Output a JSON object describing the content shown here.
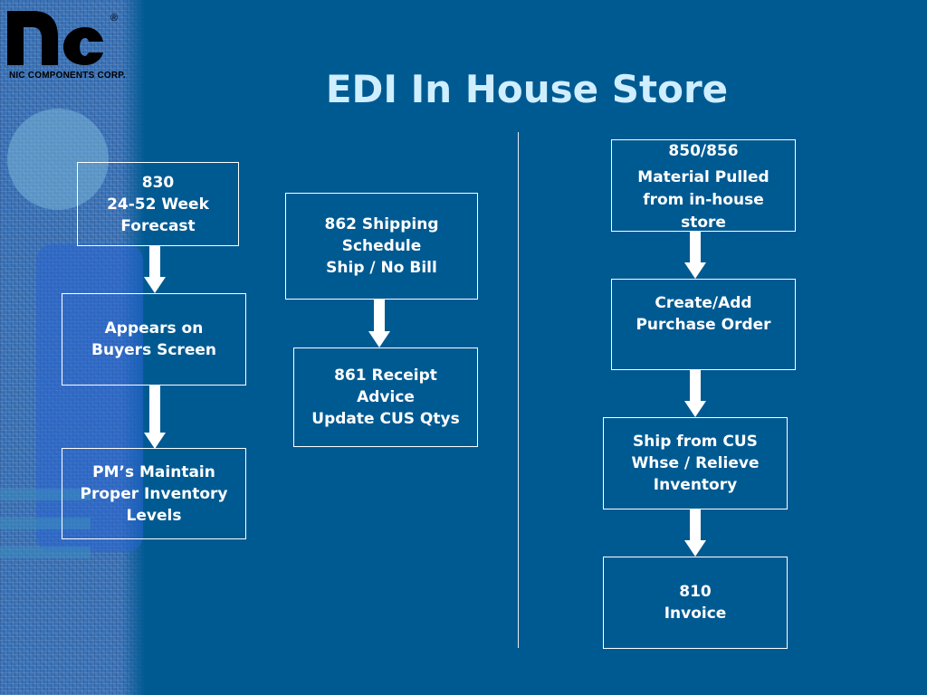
{
  "logo": {
    "mark": "Nc",
    "tagline": "NIC COMPONENTS CORP.",
    "registered": "®"
  },
  "title": "EDI In House Store",
  "colors": {
    "background": "#005a92",
    "title": "#cfeeff",
    "box_border": "#ffffff",
    "arrow": "#ffffff"
  },
  "columns": {
    "left": [
      {
        "lines": [
          "830",
          "24-52 Week",
          "Forecast"
        ]
      },
      {
        "lines": [
          "Appears on",
          "Buyers Screen"
        ]
      },
      {
        "lines": [
          "PM’s Maintain",
          "Proper Inventory",
          "Levels"
        ]
      }
    ],
    "middle": [
      {
        "lines": [
          "862 Shipping",
          "Schedule",
          "Ship / No Bill"
        ]
      },
      {
        "lines": [
          "861 Receipt",
          "Advice",
          "Update CUS Qtys"
        ]
      }
    ],
    "right": [
      {
        "lines": [
          "850/856",
          "Material Pulled",
          "from in-house",
          "store"
        ]
      },
      {
        "lines": [
          "Create/Add",
          "Purchase Order"
        ]
      },
      {
        "lines": [
          "Ship from CUS",
          "Whse / Relieve",
          "Inventory"
        ]
      },
      {
        "lines": [
          "810",
          "Invoice"
        ]
      }
    ]
  }
}
